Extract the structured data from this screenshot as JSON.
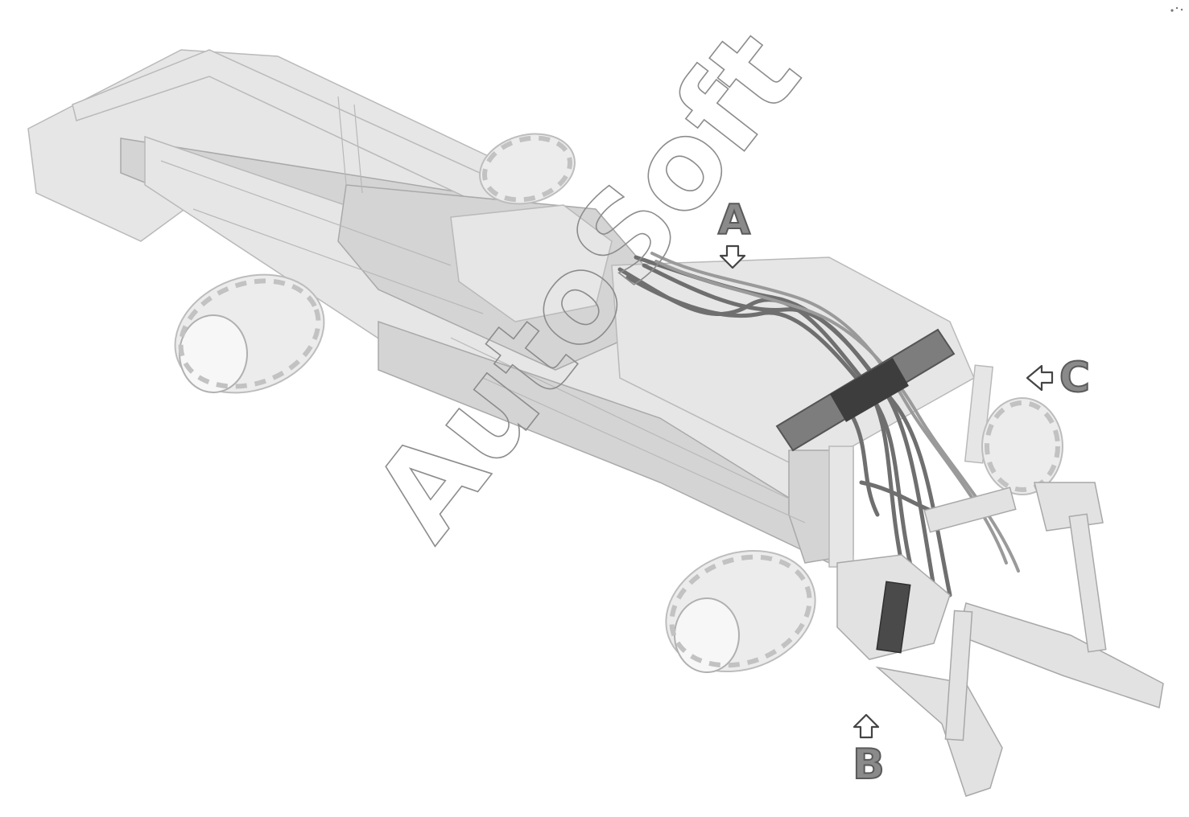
{
  "labels": {
    "a": "A",
    "b": "B",
    "c": "C"
  },
  "watermark": "AutoSoft",
  "colors": {
    "frame": "#e6e6e6",
    "hose": "#6f6f6f",
    "label": "#8a8a8a"
  },
  "icons": [
    "arrow-down-icon",
    "arrow-up-icon",
    "arrow-left-icon"
  ]
}
